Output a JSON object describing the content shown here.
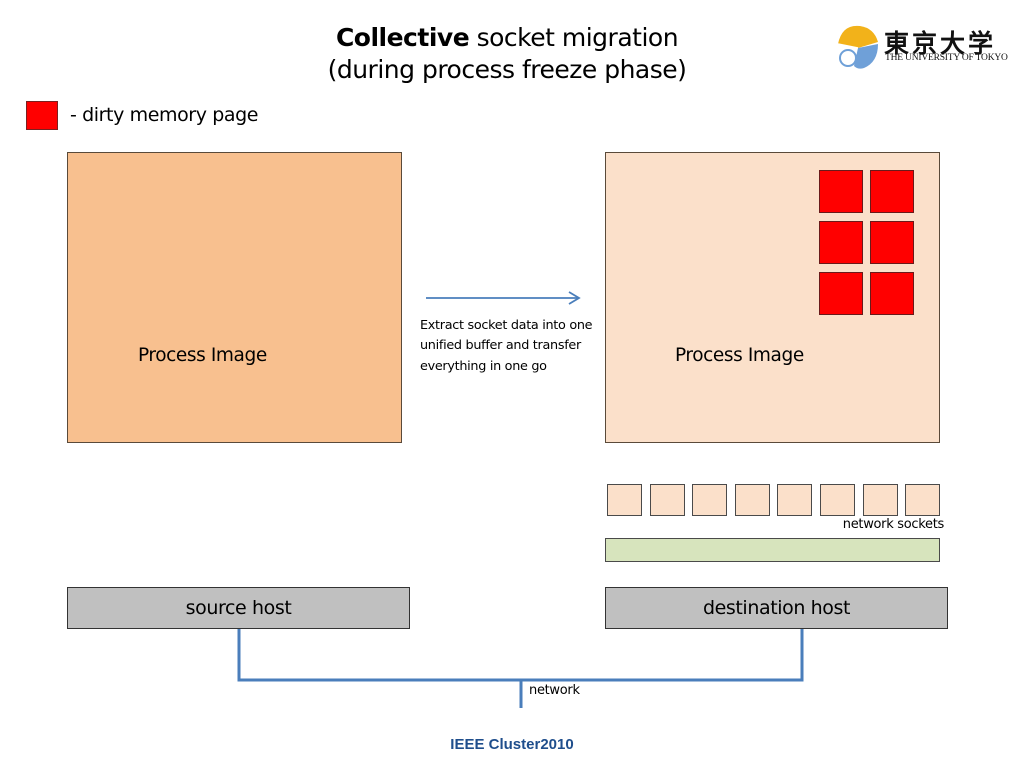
{
  "title": {
    "bold_part": "Collective",
    "rest_line1": " socket migration",
    "line2": "(during process freeze phase)"
  },
  "logo": {
    "kanji": "東京大学",
    "english": "THE UNIVERSITY OF TOKYO",
    "icon": "ginkgo-leaf-icon"
  },
  "legend": {
    "swatch_color": "#ff0000",
    "text": "- dirty memory page"
  },
  "source": {
    "process_label": "Process Image",
    "process_color": "#f8c08f",
    "host_label": "source host"
  },
  "destination": {
    "process_label": "Process Image",
    "process_color": "#fbe0ca",
    "dirty_pages": {
      "rows": 3,
      "cols": 2,
      "count": 6
    },
    "sockets": {
      "count": 8,
      "label": "network sockets"
    },
    "buffer_color": "#d7e4bd",
    "host_label": "destination host"
  },
  "transfer": {
    "note": "Extract socket data into one unified buffer and transfer everything in one go",
    "arrow_color": "#4a7ebb"
  },
  "network": {
    "label": "network",
    "line_color": "#4a7ebb"
  },
  "footer": {
    "text": "IEEE Cluster2010",
    "color": "#1f4e8c"
  }
}
